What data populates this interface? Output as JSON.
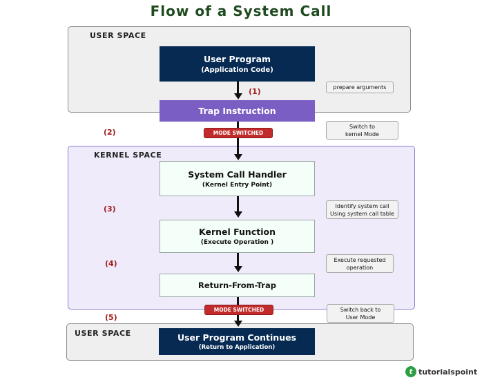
{
  "title": "Flow of a System Call",
  "regions": {
    "user_top": "USER SPACE",
    "kernel": "KERNEL SPACE",
    "user_bottom": "USER SPACE"
  },
  "boxes": {
    "user_program": {
      "main": "User Program",
      "sub": "(Application Code)"
    },
    "trap_instruction": {
      "main": "Trap Instruction"
    },
    "syscall_handler": {
      "main": "System Call Handler",
      "sub": "(Kernel Entry Point)"
    },
    "kernel_function": {
      "main": "Kernel Function",
      "sub": "(Execute Operation )"
    },
    "return_from_trap": {
      "main": "Return-From-Trap"
    },
    "user_continues": {
      "main": "User Program Continues",
      "sub": "(Return to Application)"
    }
  },
  "badges": {
    "mode_switched_1": "MODE SWITCHED",
    "mode_switched_2": "MODE SWITCHED"
  },
  "notes": {
    "prepare": "prepare arguments",
    "switch_kernel": [
      "Switch to",
      "kernel Mode"
    ],
    "identify": [
      "Identify system call",
      "Using system call table"
    ],
    "execute": [
      "Execute requested",
      "operation"
    ],
    "switch_user": [
      "Switch back to",
      "User Mode"
    ]
  },
  "steps": [
    "(1)",
    "(2)",
    "(3)",
    "(4)",
    "(5)"
  ],
  "logo": {
    "mark": "t",
    "text": "tutorialspoint"
  },
  "colors": {
    "dark_box": "#062a52",
    "trap_box": "#7b5ec4",
    "badge": "#c22b2b",
    "step_label": "#a01d1d",
    "kernel_region": "#efebfb",
    "title": "#1f4a1f"
  }
}
